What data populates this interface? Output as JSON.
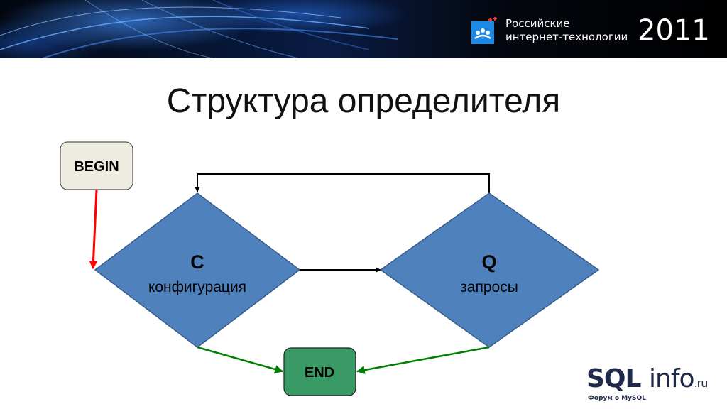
{
  "header": {
    "brand_line1": "Российские",
    "brand_line2": "интернет-технологии",
    "year": "2011"
  },
  "slide": {
    "title": "Структура определителя"
  },
  "diagram": {
    "begin_label": "BEGIN",
    "end_label": "END",
    "node_c": {
      "letter": "C",
      "caption": "конфигурация"
    },
    "node_q": {
      "letter": "Q",
      "caption": "запросы"
    }
  },
  "footer_logo": {
    "main": "SQL",
    "info": "info",
    "tld": ".ru",
    "tagline": "Форум о MySQL"
  },
  "colors": {
    "diamond_fill": "#4f81bd",
    "diamond_stroke": "#385d8a",
    "begin_fill": "#eeece1",
    "end_fill": "#3a9a65",
    "arrow_red": "#ff0000",
    "arrow_green": "#008000"
  }
}
